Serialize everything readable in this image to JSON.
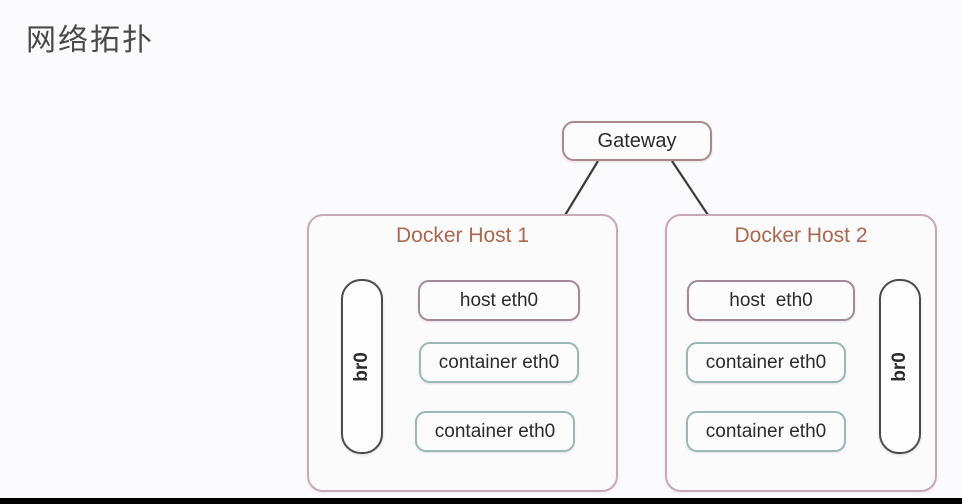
{
  "slide": {
    "title": "网络拓扑"
  },
  "diagram": {
    "gateway": {
      "label": "Gateway"
    },
    "hosts": [
      {
        "title": "Docker Host 1",
        "bridge_label": "br0",
        "host_interface": "host eth0",
        "containers": [
          "container eth0",
          "container eth0"
        ]
      },
      {
        "title": "Docker Host 2",
        "bridge_label": "br0",
        "host_interface": "host  eth0",
        "containers": [
          "container eth0",
          "container eth0"
        ]
      }
    ]
  },
  "colors": {
    "background": "#fbfafc",
    "title_text": "#4a4a4a",
    "host_title_text": "#a9684f",
    "host_frame_border": "#c6aab4",
    "gateway_border": "#a98a8c",
    "host_eth_border": "#a08b96",
    "container_eth_border": "#9bb8b3",
    "bridge_border": "#4c4c4c",
    "link_line": "#3a3a3a",
    "letterbox": "#000000"
  }
}
